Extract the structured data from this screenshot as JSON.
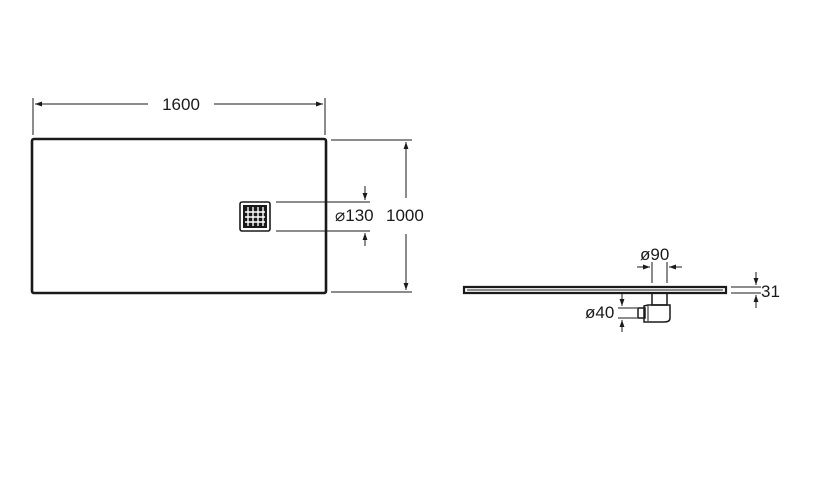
{
  "plan_view": {
    "width_label": "1600",
    "depth_label": "1000",
    "drain_diameter_label": "⌀130"
  },
  "side_view": {
    "trap_outer_diameter_label": "ø90",
    "outlet_diameter_label": "ø40",
    "thickness_label": "31"
  },
  "colors": {
    "line": "#1a1a1a",
    "background": "#ffffff"
  }
}
